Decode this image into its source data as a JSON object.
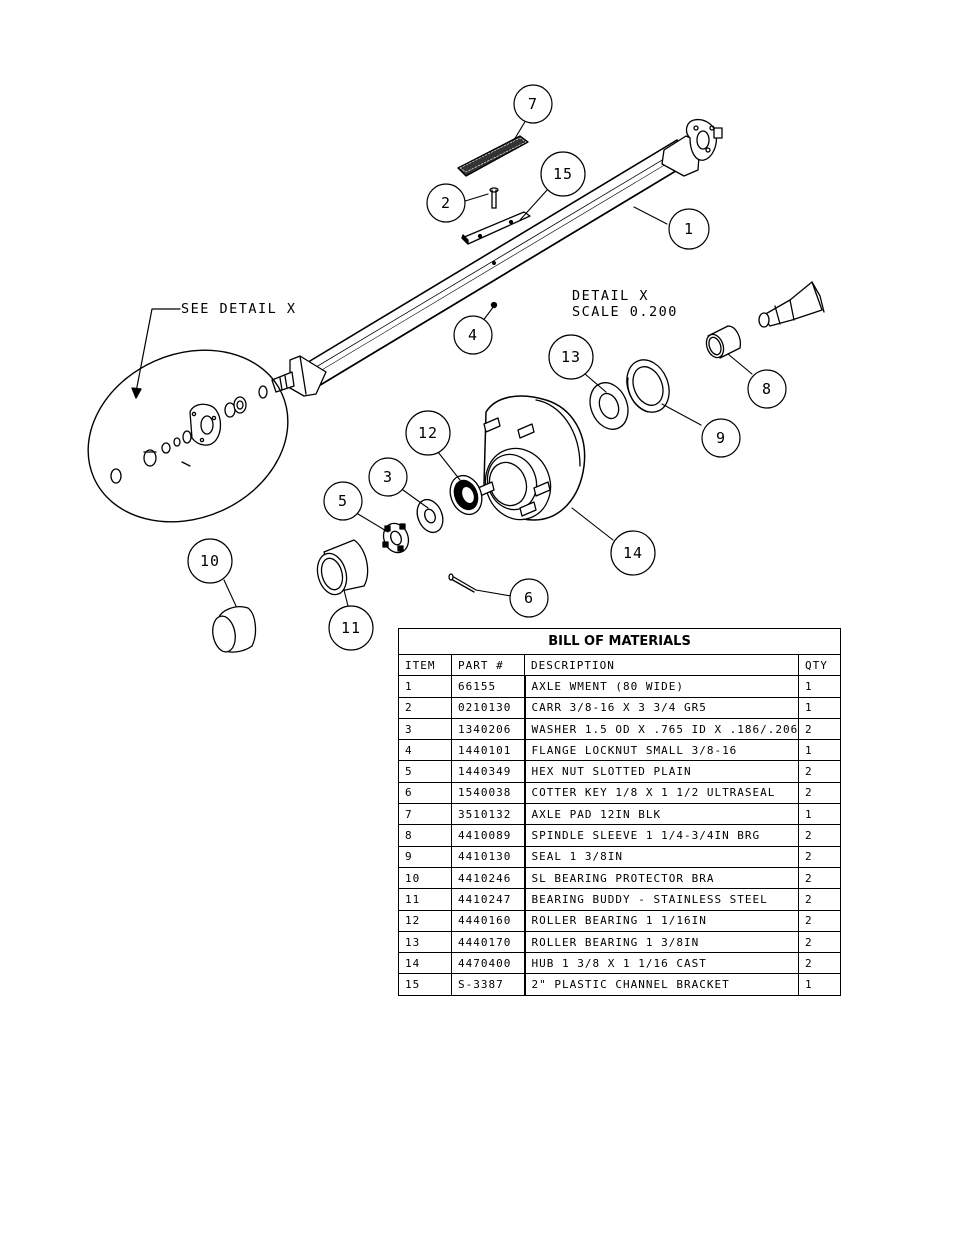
{
  "notes": {
    "see_detail": "SEE DETAIL  X",
    "detail_label": "DETAIL  X",
    "detail_scale": "SCALE  0.200"
  },
  "balloons": [
    {
      "id": "balloon-7",
      "label": "7"
    },
    {
      "id": "balloon-15",
      "label": "15"
    },
    {
      "id": "balloon-2",
      "label": "2"
    },
    {
      "id": "balloon-1",
      "label": "1"
    },
    {
      "id": "balloon-4",
      "label": "4"
    },
    {
      "id": "balloon-13",
      "label": "13"
    },
    {
      "id": "balloon-8",
      "label": "8"
    },
    {
      "id": "balloon-9",
      "label": "9"
    },
    {
      "id": "balloon-12",
      "label": "12"
    },
    {
      "id": "balloon-3",
      "label": "3"
    },
    {
      "id": "balloon-5",
      "label": "5"
    },
    {
      "id": "balloon-14",
      "label": "14"
    },
    {
      "id": "balloon-10",
      "label": "10"
    },
    {
      "id": "balloon-11",
      "label": "11"
    },
    {
      "id": "balloon-6",
      "label": "6"
    }
  ],
  "bom": {
    "title": "BILL OF MATERIALS",
    "headers": {
      "item": "ITEM",
      "part": "PART #",
      "description": "DESCRIPTION",
      "qty": "QTY"
    },
    "rows": [
      {
        "item": "1",
        "part": "66155",
        "description": "AXLE WMENT (80 WIDE)",
        "qty": "1"
      },
      {
        "item": "2",
        "part": "0210130",
        "description": "CARR 3/8-16 X 3 3/4 GR5",
        "qty": "1"
      },
      {
        "item": "3",
        "part": "1340206",
        "description": "WASHER 1.5 OD X .765 ID X .186/.206",
        "qty": "2"
      },
      {
        "item": "4",
        "part": "1440101",
        "description": "FLANGE LOCKNUT SMALL 3/8-16",
        "qty": "1"
      },
      {
        "item": "5",
        "part": "1440349",
        "description": "HEX NUT SLOTTED PLAIN",
        "qty": "2"
      },
      {
        "item": "6",
        "part": "1540038",
        "description": "COTTER KEY 1/8 X 1 1/2 ULTRASEAL",
        "qty": "2"
      },
      {
        "item": "7",
        "part": "3510132",
        "description": "AXLE PAD 12IN  BLK",
        "qty": "1"
      },
      {
        "item": "8",
        "part": "4410089",
        "description": "SPINDLE SLEEVE  1 1/4-3/4IN BRG",
        "qty": "2"
      },
      {
        "item": "9",
        "part": "4410130",
        "description": "SEAL  1 3/8IN",
        "qty": "2"
      },
      {
        "item": "10",
        "part": "4410246",
        "description": "SL BEARING PROTECTOR BRA",
        "qty": "2"
      },
      {
        "item": "11",
        "part": "4410247",
        "description": "BEARING BUDDY - STAINLESS STEEL",
        "qty": "2"
      },
      {
        "item": "12",
        "part": "4440160",
        "description": "ROLLER BEARING   1 1/16IN",
        "qty": "2"
      },
      {
        "item": "13",
        "part": "4440170",
        "description": "ROLLER BEARING   1 3/8IN",
        "qty": "2"
      },
      {
        "item": "14",
        "part": "4470400",
        "description": "HUB  1 3/8 X 1 1/16 CAST",
        "qty": "2"
      },
      {
        "item": "15",
        "part": "S-3387",
        "description": "2\" PLASTIC CHANNEL BRACKET",
        "qty": "1"
      }
    ]
  }
}
